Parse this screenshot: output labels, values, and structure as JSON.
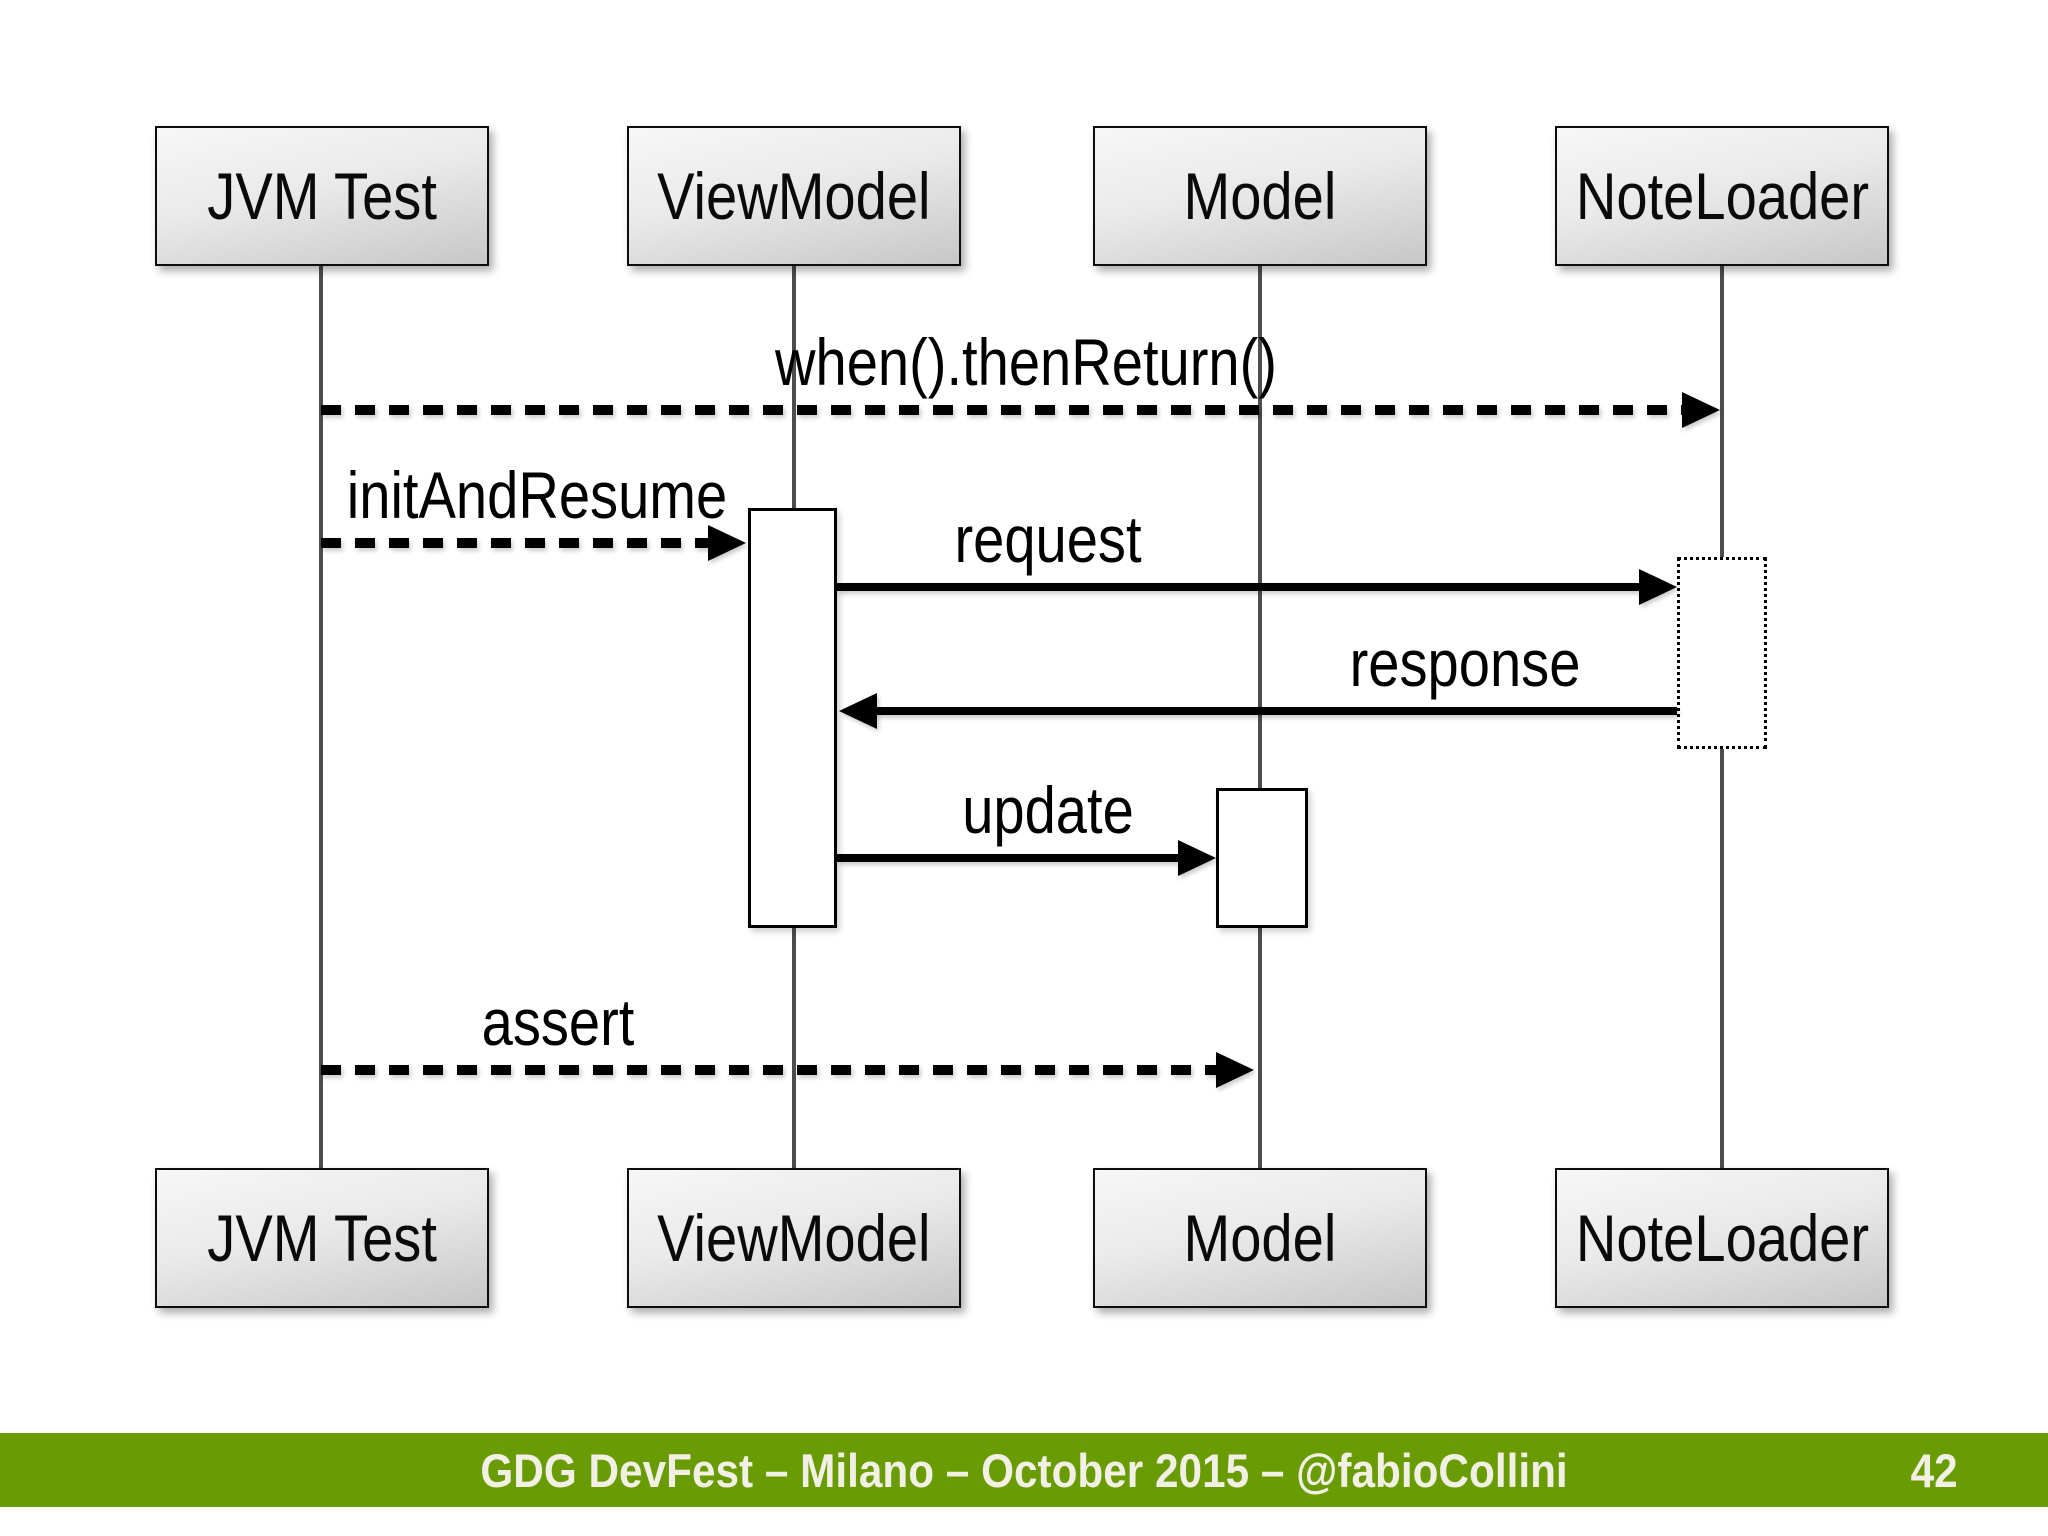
{
  "slide": {
    "footer": {
      "text": "GDG DevFest – Milano – October 2015 – @fabioCollini",
      "page_number": "42",
      "bg_color": "#699B02",
      "text_color": "#F2EFE4"
    }
  },
  "diagram": {
    "type": "uml-sequence",
    "participants": [
      {
        "id": "jvm-test",
        "label": "JVM Test"
      },
      {
        "id": "viewmodel",
        "label": "ViewModel"
      },
      {
        "id": "model",
        "label": "Model"
      },
      {
        "id": "noteloader",
        "label": "NoteLoader"
      }
    ],
    "messages": [
      {
        "label": "when().thenReturn()",
        "from": "JVM Test",
        "to": "NoteLoader",
        "line": "dashed"
      },
      {
        "label": "initAndResume",
        "from": "JVM Test",
        "to": "ViewModel",
        "line": "dashed"
      },
      {
        "label": "request",
        "from": "ViewModel",
        "to": "NoteLoader",
        "line": "solid"
      },
      {
        "label": "response",
        "from": "NoteLoader",
        "to": "ViewModel",
        "line": "solid"
      },
      {
        "label": "update",
        "from": "ViewModel",
        "to": "Model",
        "line": "solid"
      },
      {
        "label": "assert",
        "from": "JVM Test",
        "to": "Model",
        "line": "dashed"
      }
    ],
    "activations": [
      {
        "participant": "ViewModel",
        "style": "solid"
      },
      {
        "participant": "NoteLoader",
        "style": "dotted"
      },
      {
        "participant": "Model",
        "style": "solid"
      }
    ],
    "line_color": "#000000",
    "lifeline_color": "#4d4d4d",
    "box_fill_top": "#f7f7f7",
    "box_fill_bottom": "#c7c7c7"
  }
}
